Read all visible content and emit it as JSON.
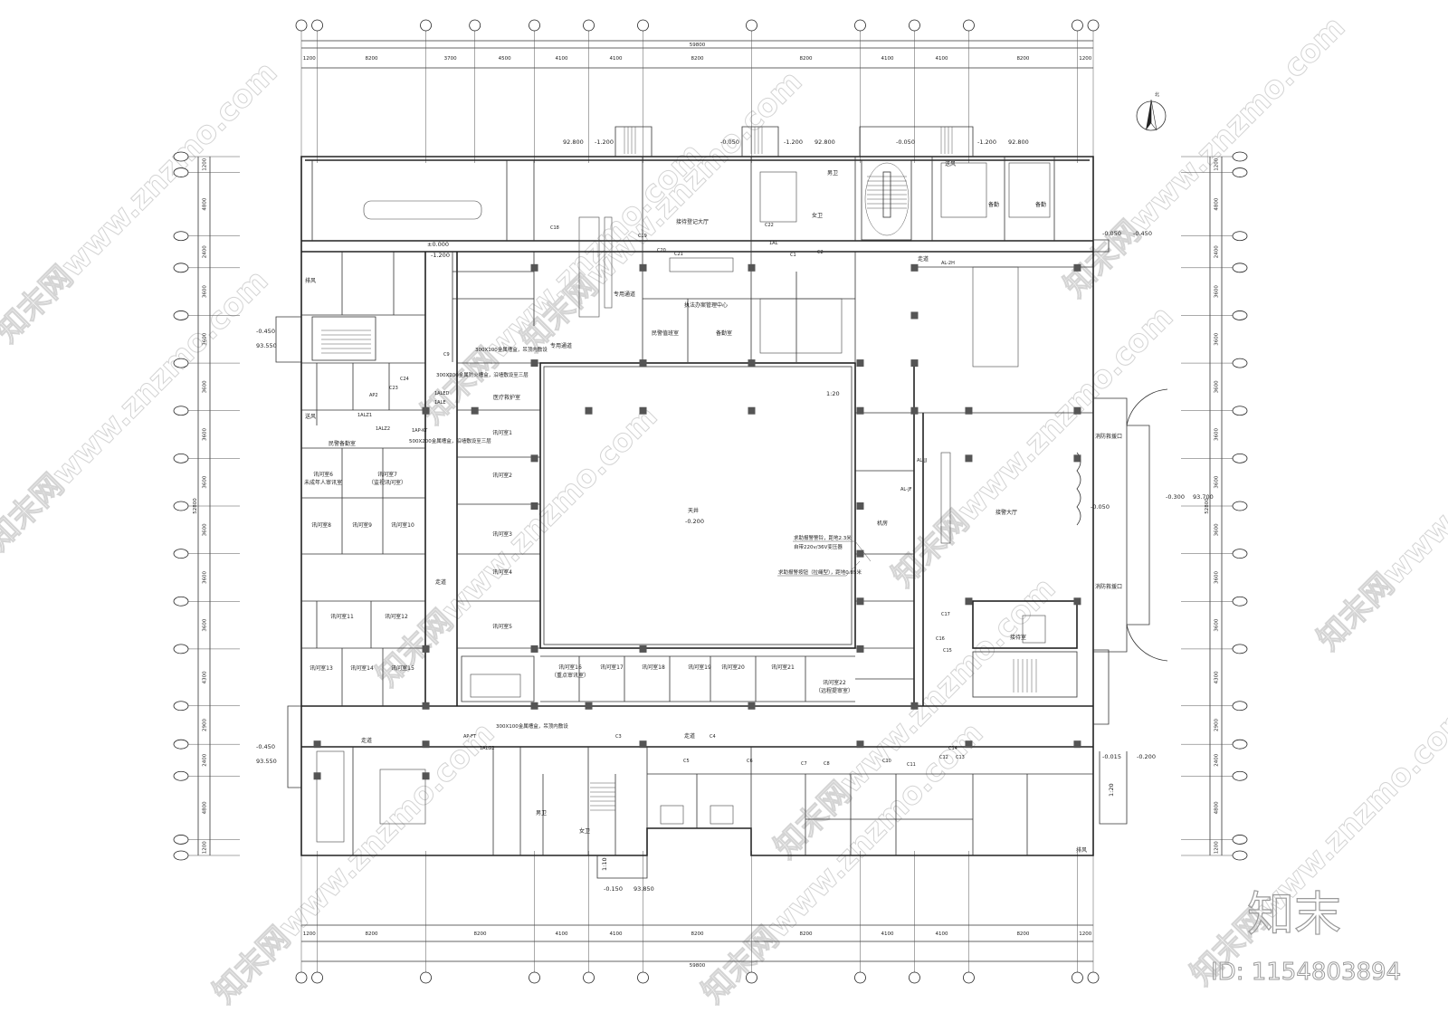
{
  "drawing": {
    "north_label": "北",
    "dims": {
      "top_total": "59800",
      "top_segments": [
        "1200",
        "8200",
        "3700",
        "4500",
        "4100",
        "4100",
        "8200",
        "8200",
        "4100",
        "4100",
        "8200",
        "1200"
      ],
      "bottom_total": "59800",
      "bottom_segments": [
        "1200",
        "8200",
        "8200",
        "4100",
        "4100",
        "8200",
        "8200",
        "4100",
        "4100",
        "8200",
        "1200"
      ],
      "side_total": "52800",
      "side_segments": [
        "1200",
        "4800",
        "2400",
        "3600",
        "3600",
        "3600",
        "3600",
        "3600",
        "3600",
        "3600",
        "3600",
        "4300",
        "2900",
        "2400",
        "4800",
        "1200"
      ]
    },
    "rooms": [
      "天井",
      "接警大厅",
      "接待室",
      "讯问室1",
      "讯问室2",
      "讯问室3",
      "讯问室4",
      "讯问室5",
      "讯问室8",
      "讯问室9",
      "讯问室10",
      "讯问室11",
      "讯问室12",
      "讯问室13",
      "讯问室14",
      "讯问室15",
      "讯问室16",
      "讯问室17",
      "讯问室18",
      "讯问室19",
      "讯问室20",
      "讯问室21",
      "讯问室22",
      "讯问室6",
      "讯问室7",
      "民警备勤室",
      "医疗救护室",
      "民警值班室",
      "备勤室",
      "执法办案管理中心",
      "接待登记大厅",
      "专用通道",
      "专用通道",
      "走道",
      "走道",
      "走道",
      "走道",
      "备勤",
      "备勤",
      "男卫",
      "女卫",
      "男卫",
      "女卫",
      "机房",
      "消防救援口",
      "消防救援口",
      "未成年人审讯室",
      "（监视讯问室）",
      "（重点审讯室）",
      "（远程提审室）",
      "送风",
      "送风",
      "排风",
      "排风"
    ],
    "notes": [
      "300X100金属槽盒，吊顶内敷设",
      "300X200金属防火槽盒，沿墙敷设至三层",
      "500X200金属槽盒，沿墙敷设至三层",
      "300X100金属槽盒，吊顶内敷设",
      "求助报警警铃，距地2.3米",
      "自带220v/36V变压器",
      "求助报警按钮（拉绳型），距地0.85米"
    ],
    "elevations": [
      "-0.450",
      "93.550",
      "-0.450",
      "93.550",
      "-0.300",
      "93.700",
      "-0.150",
      "93.850",
      "92.800",
      "-1.200",
      "-0.050",
      "-1.200",
      "92.800",
      "-0.050",
      "-1.200",
      "92.800",
      "-0.050",
      "-0.050",
      "-0.450",
      "-0.015",
      "-0.200",
      "-0.200",
      "±0.000",
      "-1.200"
    ],
    "scales": [
      "1:20",
      "1:20",
      "1:10"
    ],
    "circuit_tags": [
      "C1",
      "C2",
      "C3",
      "C4",
      "C5",
      "C6",
      "C7",
      "C8",
      "C9",
      "C10",
      "C11",
      "C12",
      "C13",
      "C14",
      "C15",
      "C16",
      "C17",
      "C18",
      "C19",
      "C20",
      "C21",
      "C22",
      "C23",
      "C24",
      "AP2",
      "1ALZ1",
      "1ALZ2",
      "1AP-KT",
      "1ALED",
      "1ALE",
      "AL-JJ",
      "AL-JF",
      "AL-2H",
      "AP-FT",
      "1ALG2",
      "1AL"
    ]
  },
  "watermark": {
    "site": "知末网www.znzmo.com",
    "logo": "知末",
    "id": "ID: 1154803894"
  }
}
